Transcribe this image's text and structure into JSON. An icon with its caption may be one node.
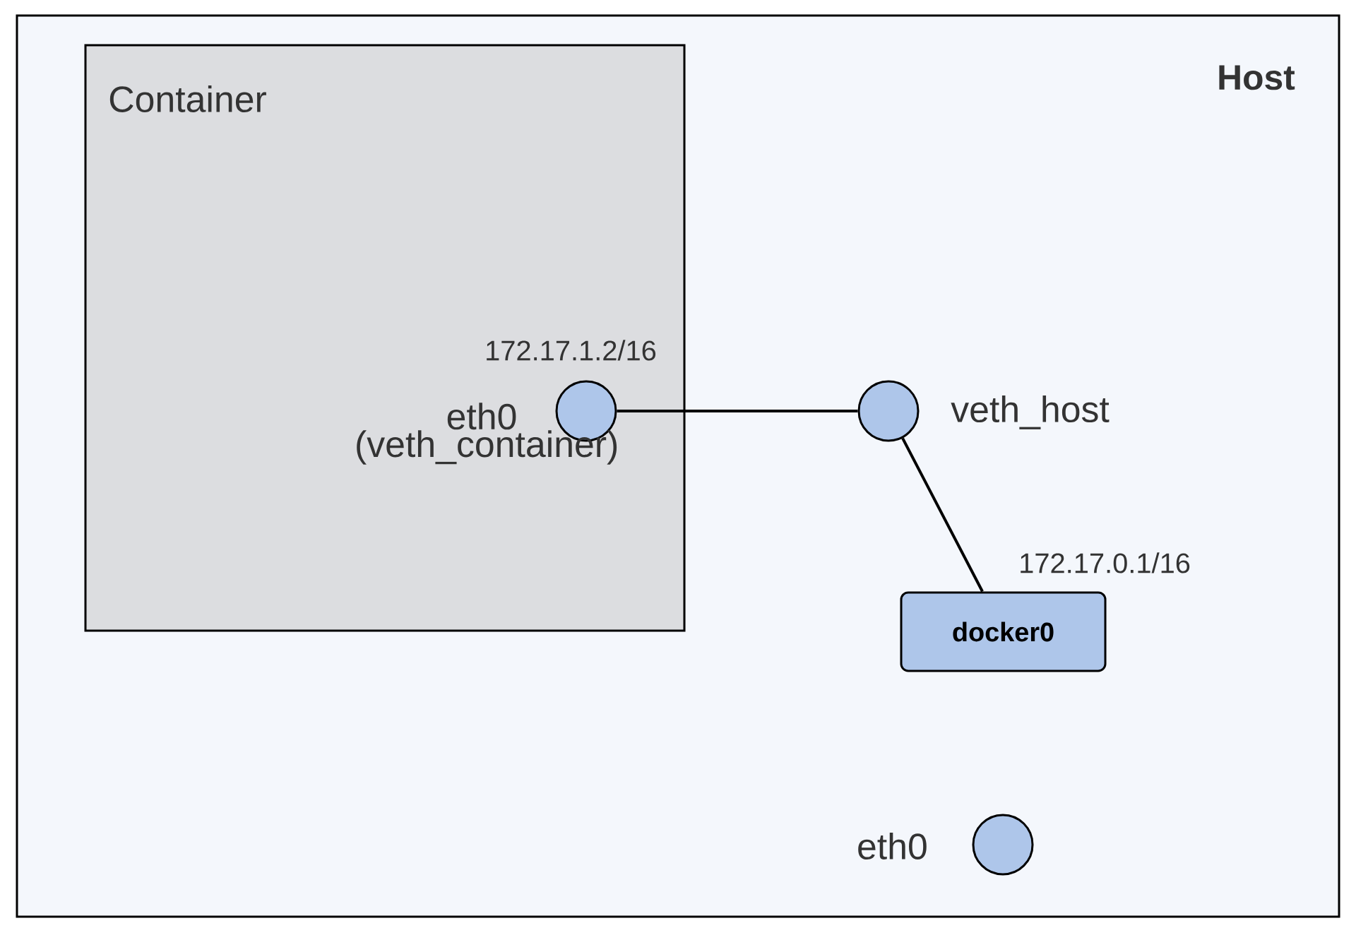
{
  "diagram": {
    "nodes": [
      {
        "text": [
          "Host"
        ]
      },
      {
        "text": [
          "Container"
        ],
        "in": 0
      },
      {
        "text": [],
        "shape": "circle",
        "beside": [
          "172.17.1.2/16",
          "eth0 (veth_container)"
        ],
        "in": 1
      },
      {
        "text": [],
        "shape": "circle",
        "beside": [
          "veth_host"
        ],
        "in": 0
      },
      {
        "text": [
          "docker0"
        ],
        "beside": [
          "172.17.0.1/16"
        ],
        "in": 0
      },
      {
        "text": [],
        "shape": "circle",
        "beside": [
          "eth0"
        ],
        "in": 0
      }
    ],
    "edges": [
      {
        "from": 2,
        "to": 3,
        "arrow": "none"
      },
      {
        "from": 3,
        "to": 4,
        "arrow": "none"
      }
    ]
  }
}
